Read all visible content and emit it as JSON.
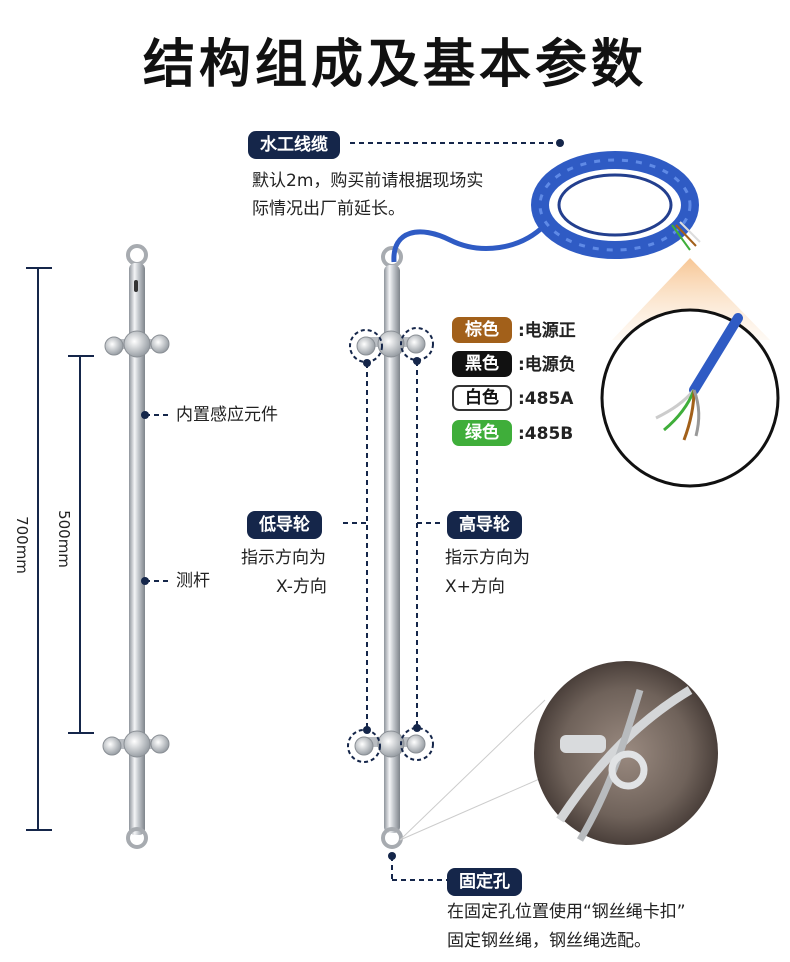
{
  "title": "结构组成及基本参数",
  "cable": {
    "tag": "水工线缆",
    "desc_line1": "默认2m，购买前请根据现场实",
    "desc_line2": "际情况出厂前延长。"
  },
  "wires": [
    {
      "color_label": "棕色",
      "meaning": ":电源正",
      "color": "#a2601a"
    },
    {
      "color_label": "黑色",
      "meaning": ":电源负",
      "color": "#111111"
    },
    {
      "color_label": "白色",
      "meaning": ":485A",
      "color": "#ffffff"
    },
    {
      "color_label": "绿色",
      "meaning": ":485B",
      "color": "#3fae3a"
    }
  ],
  "left_labels": {
    "sensor": "内置感应元件",
    "rod": "测杆"
  },
  "dimensions": {
    "overall": "700mm",
    "wheel_span": "500mm"
  },
  "low_wheel": {
    "tag": "低导轮",
    "line1": "指示方向为",
    "line2": "X-方向"
  },
  "high_wheel": {
    "tag": "高导轮",
    "line1": "指示方向为",
    "line2": "X+方向"
  },
  "fixing_hole": {
    "tag": "固定孔",
    "line1": "在固定孔位置使用“钢丝绳卡扣”",
    "line2": "固定钢丝绳，钢丝绳选配。"
  },
  "colors": {
    "tag_bg": "#15264a",
    "cable_blue": "#2f5bc4",
    "steel": "#c9ccd1"
  }
}
